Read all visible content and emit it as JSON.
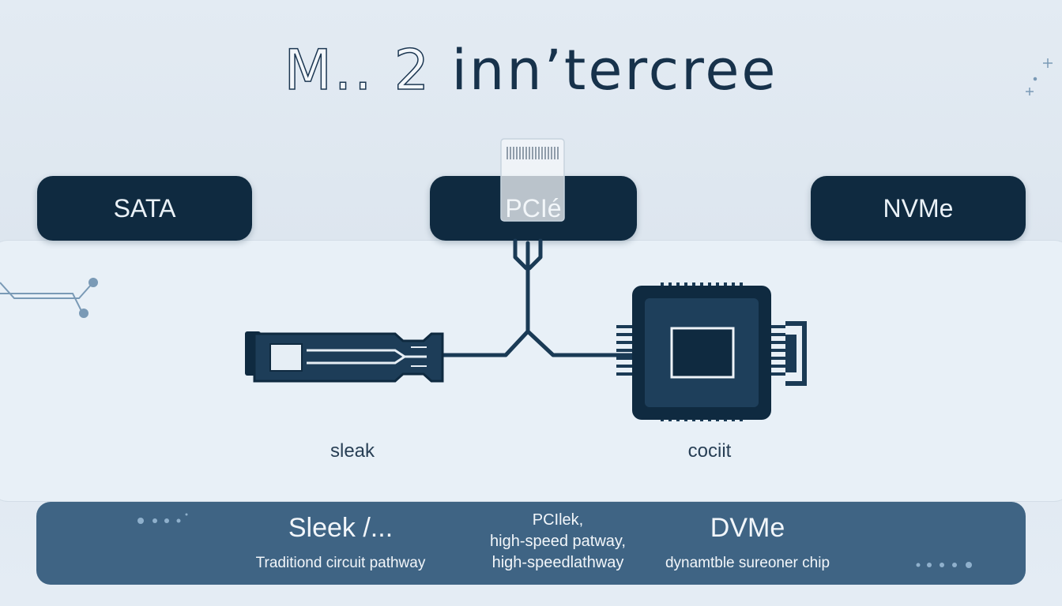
{
  "title": {
    "pre": "M.. 2",
    "post": " inn’tercree"
  },
  "pills": {
    "sata": "SATA",
    "pcie": "PCIé",
    "nvme": "NVMe"
  },
  "labels": {
    "left": "sleak",
    "right": "cociit"
  },
  "footer": {
    "col1": {
      "heading": "Sleek /...",
      "sub": "Traditiond circuit pathway"
    },
    "col2": {
      "line1": "PCIlek,",
      "line2": "high-speed patway,",
      "line3": "high-speedlathway"
    },
    "col3": {
      "heading": "DVMe",
      "sub": "dynamtble sureoner chip"
    }
  },
  "colors": {
    "navy": "#0f2a40",
    "footer": "#3f6484",
    "panel": "#e8f0f7",
    "accent": "#7a9ab6"
  }
}
